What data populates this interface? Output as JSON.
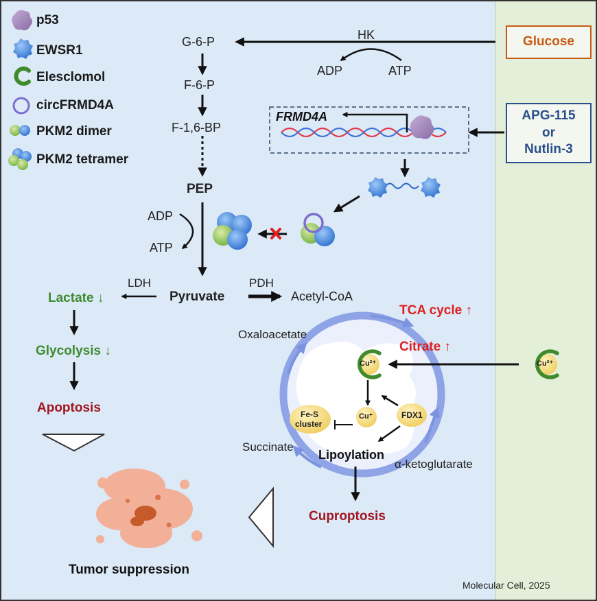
{
  "legend": {
    "p53": "p53",
    "ewsr1": "EWSR1",
    "elesclomol": "Elesclomol",
    "circ": "circFRMD4A",
    "dimer": "PKM2 dimer",
    "tetramer": "PKM2 tetramer"
  },
  "glycolysis": {
    "g6p": "G-6-P",
    "f6p": "F-6-P",
    "f16bp": "F-1,6-BP",
    "pep": "PEP",
    "adp_top": "ADP",
    "atp_bottom": "ATP",
    "pyruvate": "Pyruvate",
    "ldh": "LDH",
    "pdh": "PDH",
    "acetylcoa": "Acetyl-CoA"
  },
  "hk": {
    "label": "HK",
    "adp": "ADP",
    "atp": "ATP"
  },
  "glucose": "Glucose",
  "drugs": {
    "line1": "APG-115",
    "line2": "or",
    "line3": "Nutlin-3"
  },
  "frmd4a": "FRMD4A",
  "left_outcomes": {
    "lactate": "Lactate",
    "lactate_arrow": "↓",
    "glycolysis": "Glycolysis",
    "glycolysis_arrow": "↓",
    "apoptosis": "Apoptosis"
  },
  "tca": {
    "tca_cycle": "TCA cycle",
    "tca_arrow": "↑",
    "citrate": "Citrate",
    "citrate_arrow": "↑",
    "oxaloacetate": "Oxaloacetate",
    "succinate": "Succinate",
    "akg": "α-ketoglutarate"
  },
  "mito": {
    "cu2": "Cu²⁺",
    "cu_plus": "Cu⁺",
    "fes_line1": "Fe-S",
    "fes_line2": "cluster",
    "fdx1": "FDX1",
    "lipoylation": "Lipoylation",
    "cu2_external": "Cu²⁺"
  },
  "cuproptosis": "Cuproptosis",
  "tumor_suppression": "Tumor suppression",
  "credit": "Molecular Cell, 2025",
  "colors": {
    "panel_blue": "#dce9f6",
    "panel_green": "#e4efd9",
    "glucose": "#c85a14",
    "drug_blue": "#2a4e8c",
    "green_text": "#3d8b2f",
    "red_text": "#e02020",
    "dark_red": "#a01620",
    "p53": "#9b7fb2",
    "ewsr1": "#3a8ee6",
    "elesclomol": "#3f8a2b",
    "circ": "#7c6fd0",
    "mito_ring": "#8fa4e6",
    "yellow": "#f4db84"
  }
}
